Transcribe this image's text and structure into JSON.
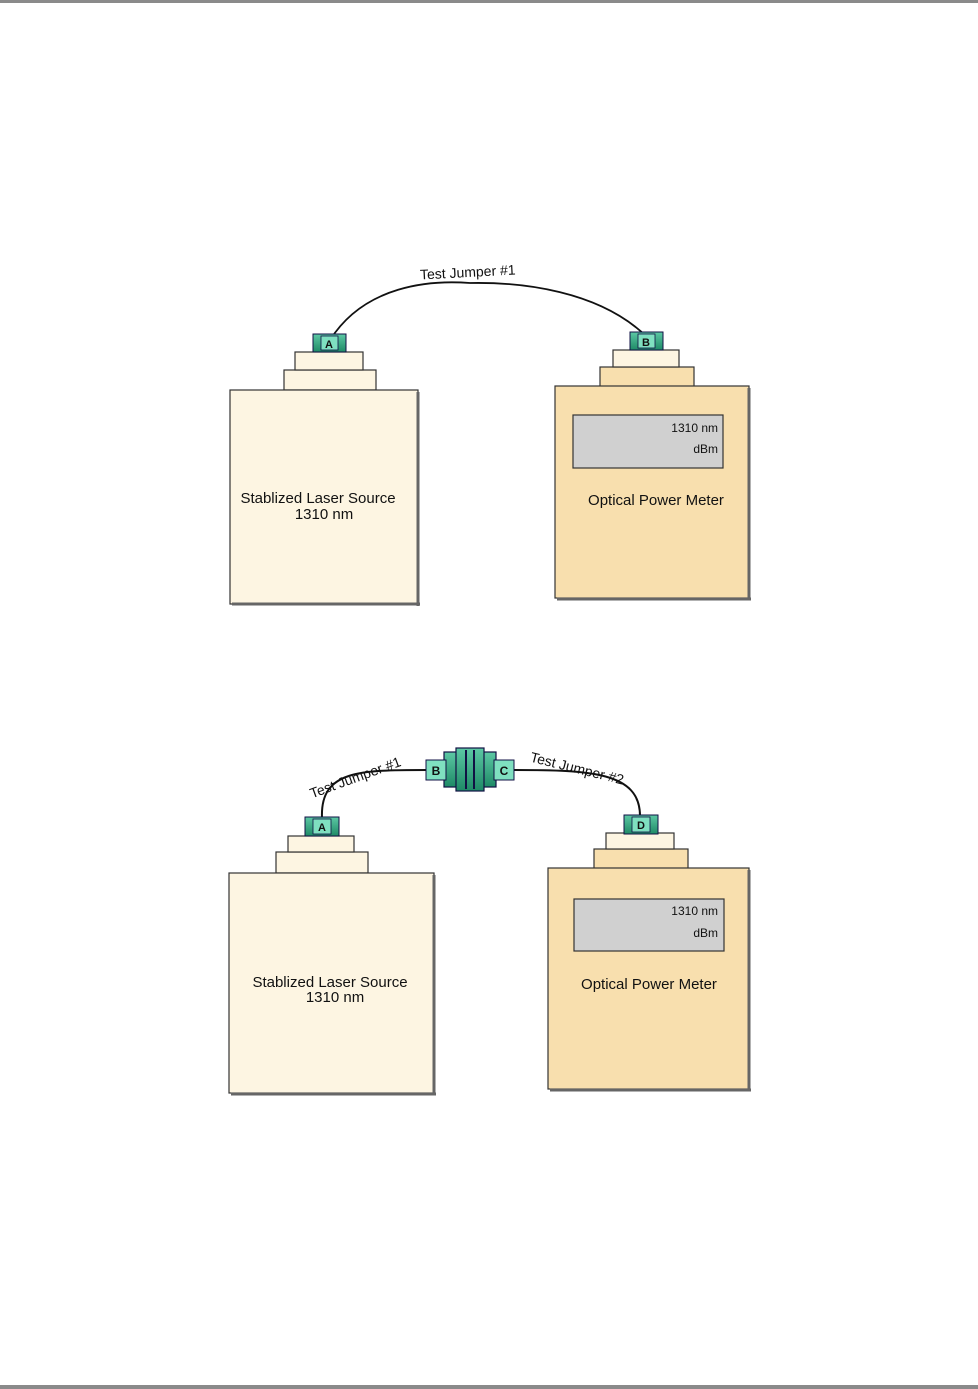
{
  "figure1": {
    "cable_label": "Test Jumper #1",
    "connector_a": "A",
    "connector_b": "B",
    "source_label_line1": "Stablized Laser Source",
    "source_label_line2": "1310 nm",
    "meter_label": "Optical Power Meter",
    "display_line1": "1310 nm",
    "display_line2": "dBm"
  },
  "figure2": {
    "cable1_label": "Test Jumper #1",
    "cable2_label": "Test Jumper #2",
    "connector_a": "A",
    "connector_b": "B",
    "connector_c": "C",
    "connector_d": "D",
    "source_label_line1": "Stablized Laser Source",
    "source_label_line2": "1310 nm",
    "meter_label": "Optical Power Meter",
    "display_line1": "1310 nm",
    "display_line2": "dBm"
  },
  "colors": {
    "source_body": "#fdf5e2",
    "meter_body": "#f8dfae",
    "display": "#d0d0d0",
    "connector": "#2fa37f"
  }
}
